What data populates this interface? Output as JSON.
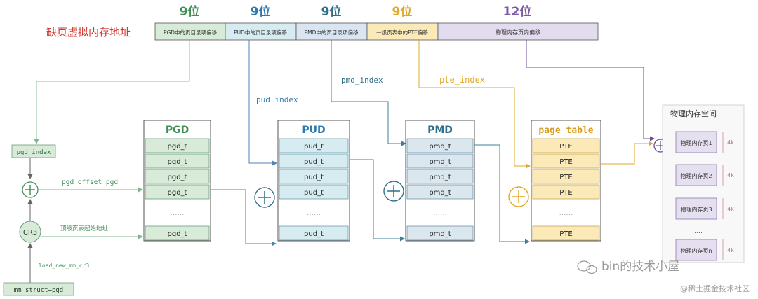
{
  "address": {
    "title": "缺页虚拟内存地址",
    "fields": [
      {
        "bits": "9位",
        "label": "PGD中的页目录项偏移"
      },
      {
        "bits": "9位",
        "label": "PUD中的页目录项偏移"
      },
      {
        "bits": "9位",
        "label": "PMD中的页目录项偏移"
      },
      {
        "bits": "9位",
        "label": "一级页表中的PTE偏移"
      },
      {
        "bits": "12位",
        "label": "物理内存页内偏移"
      }
    ]
  },
  "index_labels": {
    "pud_index": "pud_index",
    "pmd_index": "pmd_index",
    "pte_index": "pte_index"
  },
  "left": {
    "pgd_index": "pgd_index",
    "pgd_offset_pgd": "pgd_offset_pgd",
    "cr3": "CR3",
    "top_table_addr": "顶级页表起始地址",
    "load_new_mm_cr3": "load_new_mm_cr3",
    "mm_struct": "mm_struct→pgd"
  },
  "tables": {
    "pgd": {
      "title": "PGD",
      "entries": [
        "pgd_t",
        "pgd_t",
        "pgd_t",
        "pgd_t",
        "pgd_t"
      ],
      "ellipsis": "……"
    },
    "pud": {
      "title": "PUD",
      "entries": [
        "pud_t",
        "pud_t",
        "pud_t",
        "pud_t",
        "pud_t"
      ],
      "ellipsis": "……"
    },
    "pmd": {
      "title": "PMD",
      "entries": [
        "pmd_t",
        "pmd_t",
        "pmd_t",
        "pmd_t",
        "pmd_t"
      ],
      "ellipsis": "……"
    },
    "pt": {
      "title": "page table",
      "entries": [
        "PTE",
        "PTE",
        "PTE",
        "PTE",
        "PTE"
      ],
      "ellipsis": "……"
    }
  },
  "physical": {
    "title": "物理内存空间",
    "pages": [
      "物理内存页1",
      "物理内存页2",
      "物理内存页3",
      "物理内存页n"
    ],
    "size": "4k",
    "ellipsis": "……"
  },
  "watermarks": {
    "wechat": "bin的技术小屋",
    "site": "@稀土掘金技术社区"
  },
  "colors": {
    "green": "#3f8f55",
    "blue": "#2f7bb0",
    "teal": "#2f6f88",
    "orange": "#e0a92a",
    "purple": "#7a5aa6",
    "red": "#d0342c"
  }
}
